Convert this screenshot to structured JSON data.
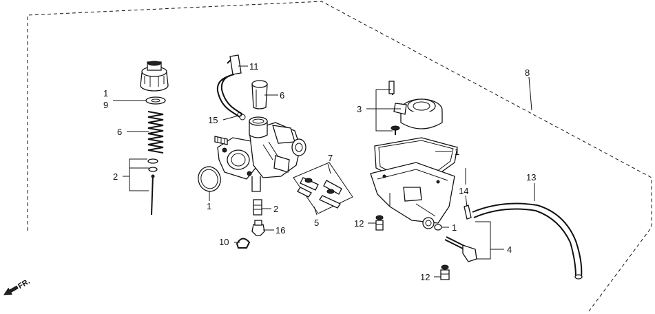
{
  "labels": {
    "n1_a": "1",
    "n9": "9",
    "n6_a": "6",
    "n2_a": "2",
    "n11": "11",
    "n6_b": "6",
    "n15": "15",
    "n1_b": "1",
    "n7": "7",
    "n2_b": "2",
    "n5": "5",
    "n16": "16",
    "n10": "10",
    "n3": "3",
    "n8": "8",
    "n1_c": "1",
    "n14": "14",
    "n13": "13",
    "n12_a": "12",
    "n1_d": "1",
    "n4": "4",
    "n12_b": "12"
  },
  "front_marker": "FR."
}
